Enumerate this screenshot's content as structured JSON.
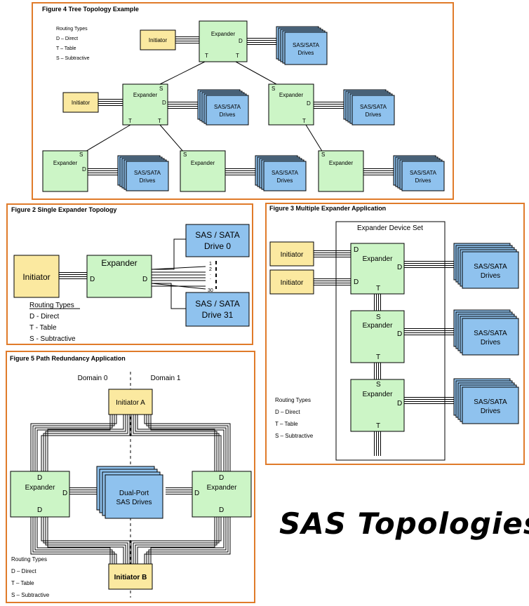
{
  "colors": {
    "frame": "#e07b2a",
    "expander_fill": "#ccf5c6",
    "initiator_fill": "#fbe9a0",
    "drive_fill": "#8fc2ee",
    "line": "#000000"
  },
  "labels": {
    "expander": "Expander",
    "initiator": "Initiator",
    "drives_line1": "SAS/SATA",
    "drives_line2": "Drives",
    "port_d": "D",
    "port_t": "T",
    "port_s": "S"
  },
  "fig4": {
    "title": "Figure 4  Tree Topology Example",
    "routing": [
      "Routing Types",
      "D – Direct",
      "T – Table",
      "S – Subtractive"
    ]
  },
  "fig2": {
    "title": "Figure 2  Single Expander Topology",
    "initiator": "Initiator",
    "expander": "Expander",
    "drive0_line1": "SAS / SATA",
    "drive0_line2": "Drive 0",
    "drive31_line1": "SAS / SATA",
    "drive31_line2": "Drive 31",
    "ports": [
      "1",
      "2",
      ".",
      ".",
      "30"
    ],
    "routing": [
      "Routing Types",
      "D - Direct",
      "T - Table",
      "S - Subtractive"
    ]
  },
  "fig3": {
    "title": "Figure 3  Multiple Expander Application",
    "device_set": "Expander Device Set",
    "routing": [
      "Routing Types",
      "D – Direct",
      "T – Table",
      "S – Subtractive"
    ]
  },
  "fig5": {
    "title": "Figure 5  Path Redundancy Application",
    "domain0": "Domain 0",
    "domain1": "Domain 1",
    "initiator_a": "Initiator A",
    "initiator_b": "Initiator B",
    "dual_port_line1": "Dual-Port",
    "dual_port_line2": "SAS Drives",
    "routing": [
      "Routing Types",
      "D – Direct",
      "T – Table",
      "S – Subtractive"
    ]
  },
  "main_title": "SAS Topologies"
}
